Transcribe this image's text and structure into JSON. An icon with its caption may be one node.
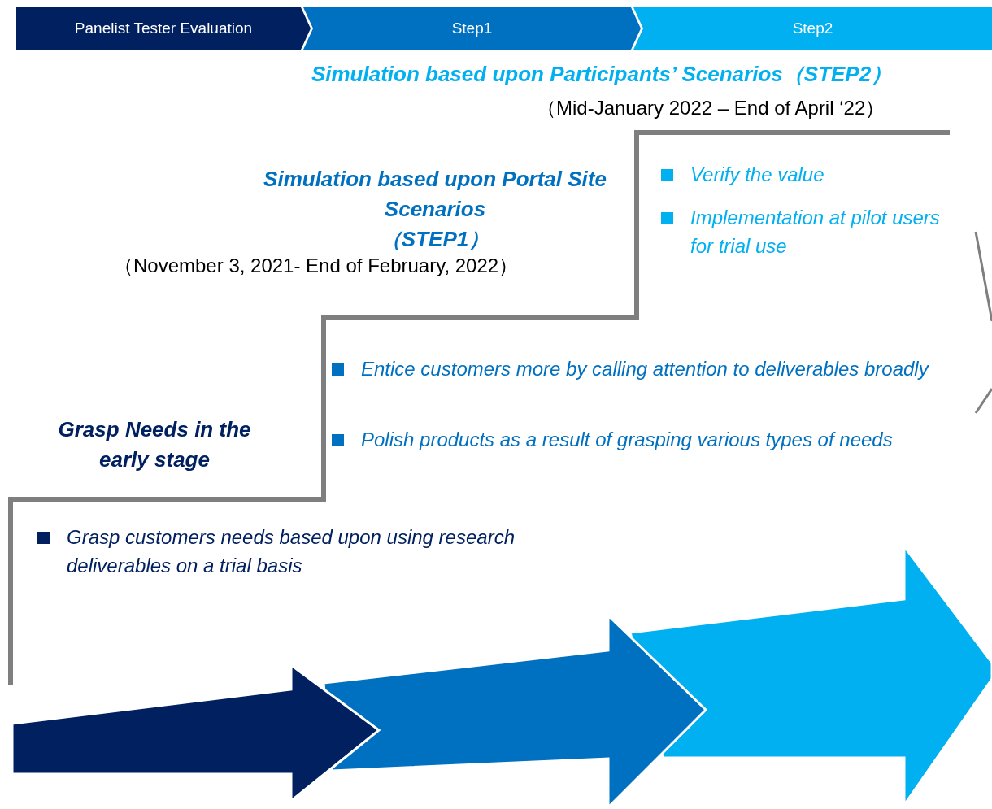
{
  "diagram": {
    "nodes": [
      {
        "text": [
          "Panelist Tester Evaluation"
        ]
      },
      {
        "text": [
          "Step1"
        ]
      },
      {
        "text": [
          "Step2"
        ]
      }
    ],
    "edges": [],
    "labels": [
      "Simulation based upon Participants’ Scenarios（STEP2）",
      "（Mid-January 2022 – End of April ‘22）",
      "Verify the value",
      "Implementation at pilot users for trial use",
      "Simulation based upon Portal Site Scenarios",
      "（STEP1）",
      "（November 3, 2021-  End of February, 2022）",
      "Entice customers more by calling attention to deliverables broadly",
      "Polish products as a result of grasping various types of needs",
      "Grasp Needs in the early stage",
      "Grasp customers needs based upon using research deliverables on a trial basis"
    ]
  }
}
